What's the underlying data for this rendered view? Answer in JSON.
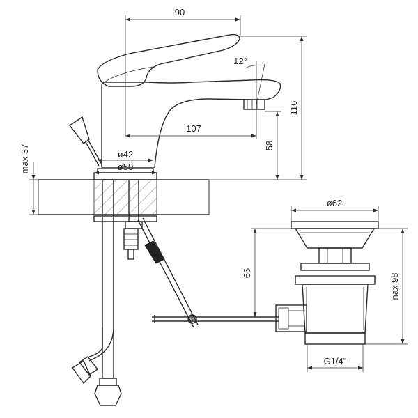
{
  "dimensions": {
    "spout_reach": "90",
    "lever_angle": "12°",
    "total_height": "116",
    "spout_projection": "107",
    "spout_height": "58",
    "max_thickness": "max 37",
    "base_diameter_inner": "ø42",
    "base_diameter_outer": "ø50",
    "drain_diameter": "ø62",
    "drain_height_inner": "66",
    "drain_height_total": "nax 98",
    "drain_thread": "G1/4\""
  }
}
